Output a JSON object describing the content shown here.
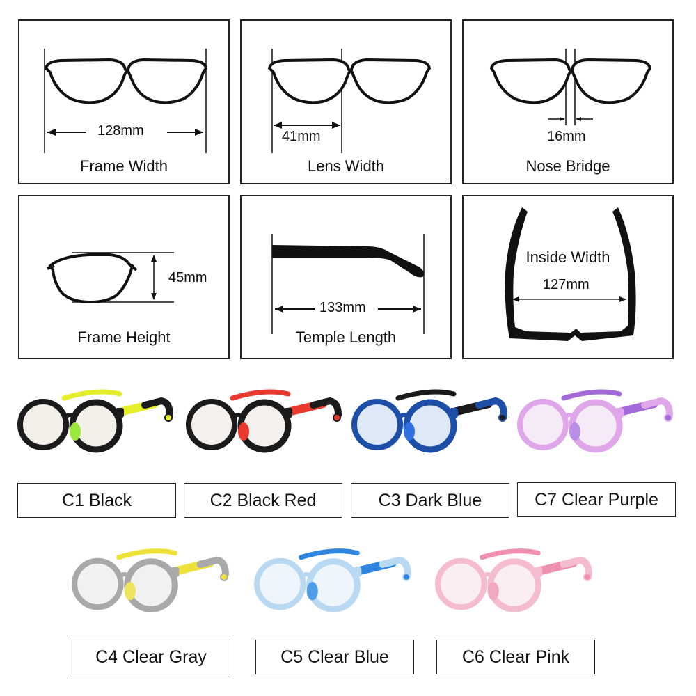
{
  "panels": {
    "frame_width": {
      "label": "Frame Width",
      "value": "128mm"
    },
    "lens_width": {
      "label": "Lens Width",
      "value": "41mm"
    },
    "nose_bridge": {
      "label": "Nose Bridge",
      "value": "16mm"
    },
    "frame_height": {
      "label": "Frame Height",
      "value": "45mm"
    },
    "temple_length": {
      "label": "Temple Length",
      "value": "133mm"
    },
    "inside_width": {
      "label": "Inside Width",
      "value": "127mm"
    }
  },
  "colors": [
    {
      "label": "C1 Black",
      "frame": "#1b1b1b",
      "accent": "#e4ef2a",
      "lens": "#f2f0e8",
      "pad": "#9be83c"
    },
    {
      "label": "C2 Black Red",
      "frame": "#1b1b1b",
      "accent": "#e8392c",
      "lens": "#f4f0ee",
      "pad": "#e8392c"
    },
    {
      "label": "C3 Dark Blue",
      "frame": "#1e4fa8",
      "accent": "#1a1a1a",
      "lens": "#dfe8f6",
      "pad": "#2f6fe0"
    },
    {
      "label": "C7 Clear Purple",
      "frame": "#dfa7ea",
      "accent": "#a46ad9",
      "lens": "#f6e9f8",
      "pad": "#b98ee6"
    },
    {
      "label": "C4 Clear Gray",
      "frame": "#a9a9ab",
      "accent": "#eee23a",
      "lens": "#f1f1f1",
      "pad": "#efe25c"
    },
    {
      "label": "C5 Clear Blue",
      "frame": "#b9d9f3",
      "accent": "#2e86e0",
      "lens": "#eef5fc",
      "pad": "#4e9de8"
    },
    {
      "label": "C6 Clear Pink",
      "frame": "#f5bcd0",
      "accent": "#ef8fb2",
      "lens": "#fbeef2",
      "pad": "#f3a8c2"
    }
  ]
}
